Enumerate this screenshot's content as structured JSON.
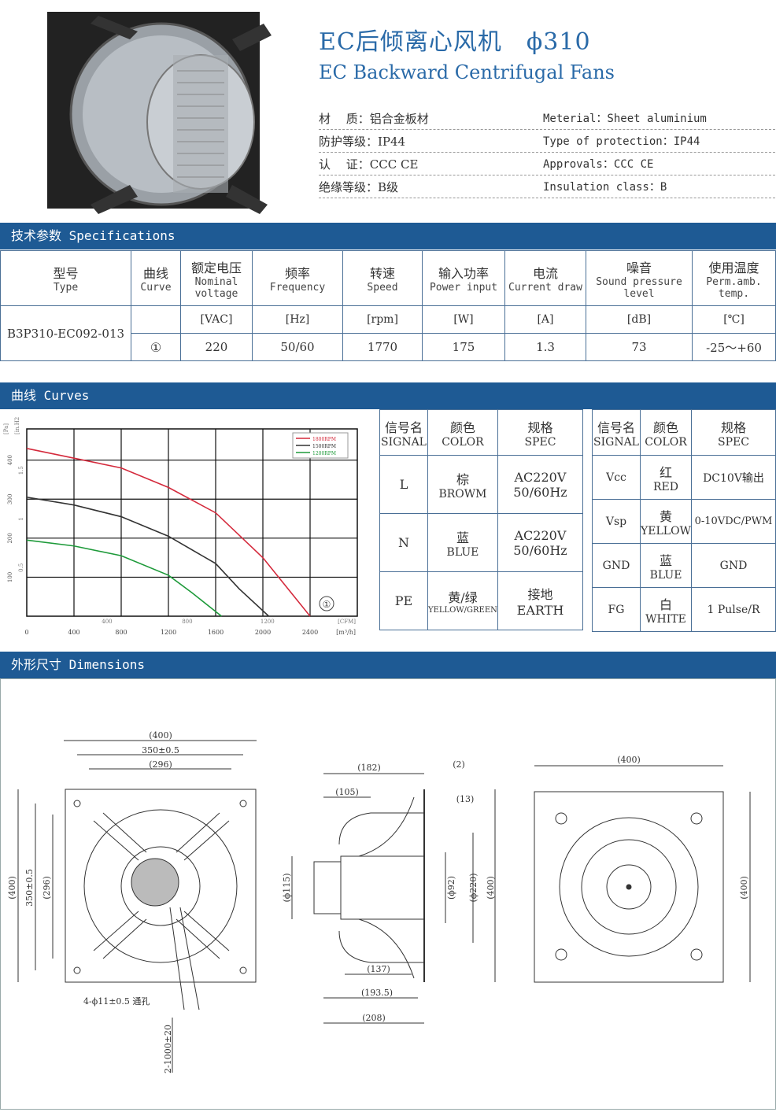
{
  "header": {
    "title_cn": "EC后倾离心风机　ϕ310",
    "title_en": "EC Backward Centrifugal Fans",
    "props": [
      {
        "cn": "材　 质：铝合金板材",
        "en": "Meterial：Sheet aluminium"
      },
      {
        "cn": "防护等级：IP44",
        "en": "Type of protection：IP44"
      },
      {
        "cn": "认　 证：CCC CE",
        "en": "Approvals：CCC CE"
      },
      {
        "cn": "绝缘等级：B级",
        "en": "Insulation class：B"
      }
    ]
  },
  "sections": {
    "specs": "技术参数 Specifications",
    "curves": "曲线 Curves",
    "dimensions": "外形尺寸 Dimensions"
  },
  "spec_table": {
    "headers": [
      {
        "cn": "型号",
        "en": "Type"
      },
      {
        "cn": "曲线",
        "en": "Curve"
      },
      {
        "cn": "额定电压",
        "en": "Nominal voltage"
      },
      {
        "cn": "频率",
        "en": "Frequency"
      },
      {
        "cn": "转速",
        "en": "Speed"
      },
      {
        "cn": "输入功率",
        "en": "Power input"
      },
      {
        "cn": "电流",
        "en": "Current draw"
      },
      {
        "cn": "噪音",
        "en": "Sound pressure level"
      },
      {
        "cn": "使用温度",
        "en": "Perm.amb. temp."
      }
    ],
    "units": [
      "[VAC]",
      "[Hz]",
      "[rpm]",
      "[W]",
      "[A]",
      "[dB]",
      "[℃]"
    ],
    "model": "B3P310-EC092-013",
    "curve": "①",
    "values": [
      "220",
      "50/60",
      "1770",
      "175",
      "1.3",
      "73",
      "-25～+60"
    ]
  },
  "wiring_left": {
    "headers": [
      {
        "cn": "信号名",
        "en": "SIGNAL"
      },
      {
        "cn": "颜色",
        "en": "COLOR"
      },
      {
        "cn": "规格",
        "en": "SPEC"
      }
    ],
    "rows": [
      {
        "signal": "L",
        "color_cn": "棕",
        "color_en": "BROWM",
        "spec1": "AC220V",
        "spec2": "50/60Hz"
      },
      {
        "signal": "N",
        "color_cn": "蓝",
        "color_en": "BLUE",
        "spec1": "AC220V",
        "spec2": "50/60Hz"
      },
      {
        "signal": "PE",
        "color_cn": "黄/绿",
        "color_en": "YELLOW/GREEN",
        "spec1": "接地",
        "spec2": "EARTH"
      }
    ]
  },
  "wiring_right": {
    "headers": [
      {
        "cn": "信号名",
        "en": "SIGNAL"
      },
      {
        "cn": "颜色",
        "en": "COLOR"
      },
      {
        "cn": "规格",
        "en": "SPEC"
      }
    ],
    "rows": [
      {
        "signal": "Vcc",
        "color_cn": "红",
        "color_en": "RED",
        "spec": "DC10V输出"
      },
      {
        "signal": "Vsp",
        "color_cn": "黄",
        "color_en": "YELLOW",
        "spec": "0-10VDC/PWM"
      },
      {
        "signal": "GND",
        "color_cn": "蓝",
        "color_en": "BLUE",
        "spec": "GND"
      },
      {
        "signal": "FG",
        "color_cn": "白",
        "color_en": "WHITE",
        "spec": "1 Pulse/R"
      }
    ]
  },
  "chart_data": {
    "type": "line",
    "x_unit": "[m³/h]",
    "x_unit2": "[CFM]",
    "y_unit": "[Pa]",
    "y_unit2": "[in.H2O]",
    "x_ticks": [
      0,
      400,
      800,
      1200,
      1600,
      2000,
      2400
    ],
    "x2_ticks": [
      400,
      800,
      1200
    ],
    "y_ticks": [
      100,
      200,
      300,
      400
    ],
    "y2_ticks": [
      0.5,
      1.0,
      1.5
    ],
    "xlim": [
      0,
      2800
    ],
    "ylim": [
      0,
      480
    ],
    "curve_marker": "①",
    "legend": [
      "1800RPM",
      "1500RPM",
      "1200RPM"
    ],
    "series": [
      {
        "name": "1800RPM",
        "color": "#d42a3c",
        "x": [
          0,
          400,
          800,
          1200,
          1600,
          2000,
          2400
        ],
        "y": [
          430,
          405,
          380,
          330,
          265,
          150,
          0
        ]
      },
      {
        "name": "1500RPM",
        "color": "#333333",
        "x": [
          0,
          400,
          800,
          1200,
          1600,
          1800,
          2050
        ],
        "y": [
          305,
          285,
          255,
          205,
          135,
          70,
          0
        ]
      },
      {
        "name": "1200RPM",
        "color": "#1e9a3a",
        "x": [
          0,
          400,
          800,
          1200,
          1400,
          1650
        ],
        "y": [
          195,
          180,
          155,
          105,
          60,
          0
        ]
      }
    ]
  },
  "dims": {
    "front": [
      "(400)",
      "350±0.5",
      "(296)",
      "(400)",
      "350±0.5",
      "(296)",
      "4-ϕ11±0.5 通孔",
      "2-1000±20"
    ],
    "side": [
      "(182)",
      "(2)",
      "(105)",
      "(13)",
      "(ϕ115)",
      "(ϕ92)",
      "(ϕ220)",
      "(400)",
      "(137)",
      "(193.5)",
      "(208)"
    ],
    "back": [
      "(400)",
      "(400)"
    ]
  }
}
